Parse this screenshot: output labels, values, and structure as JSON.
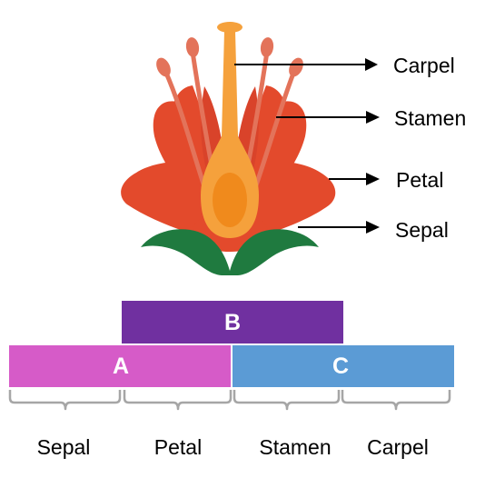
{
  "callouts": {
    "carpel": "Carpel",
    "stamen": "Stamen",
    "petal": "Petal",
    "sepal": "Sepal"
  },
  "abc_model": {
    "boxes": {
      "b": {
        "label": "B",
        "color": "#7030a0"
      },
      "a": {
        "label": "A",
        "color": "#d65bc8"
      },
      "c": {
        "label": "C",
        "color": "#5b9bd5"
      }
    },
    "organs": [
      "Sepal",
      "Petal",
      "Stamen",
      "Carpel"
    ]
  },
  "colors": {
    "petal": "#e34a2c",
    "sepal": "#1f7a3f",
    "carpel": "#f5a13c",
    "stamen": "#e3735a",
    "bracket": "#a6a6a6"
  }
}
